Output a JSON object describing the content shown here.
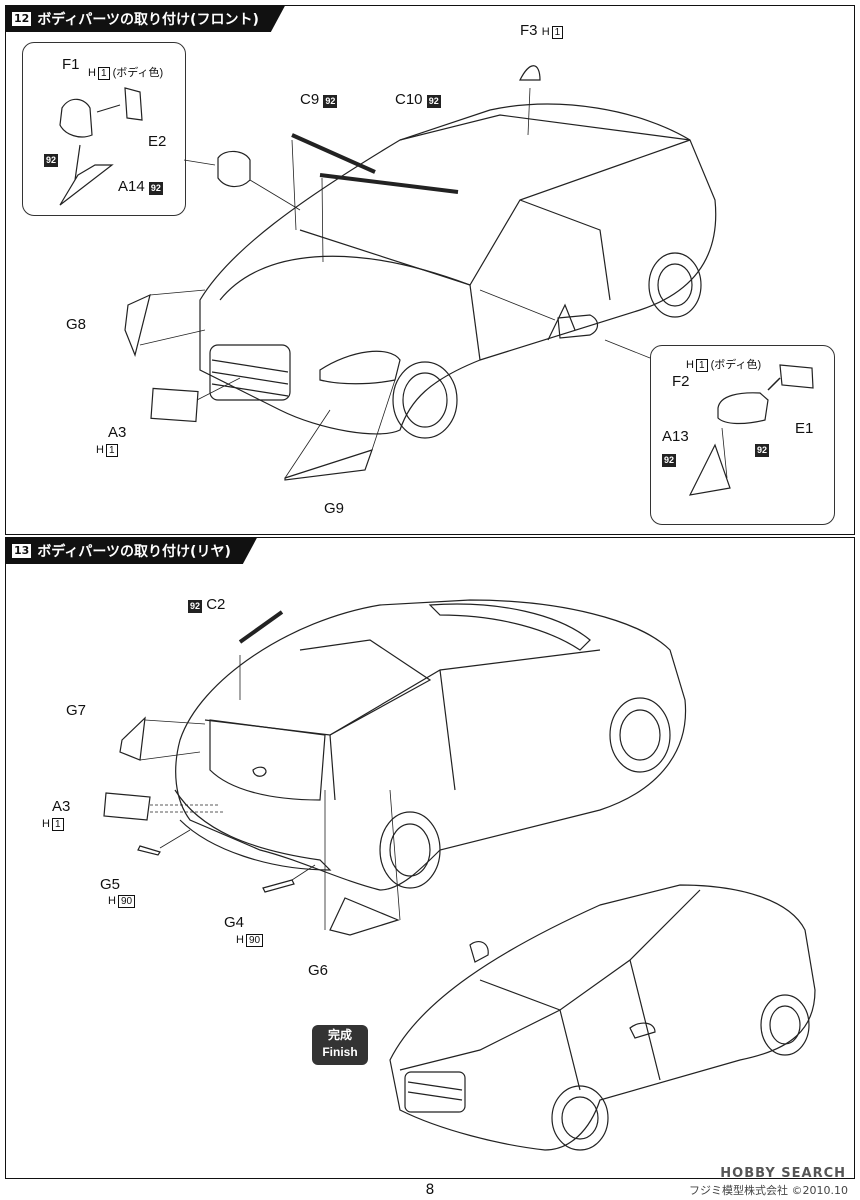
{
  "step12": {
    "num": "12",
    "title": "ボディパーツの取り付け(フロント)",
    "labels": {
      "F1": "F1",
      "F1_h": "H",
      "F1_hnum": "1",
      "F1_note": "(ボディ色)",
      "E2": "E2",
      "A14": "A14",
      "A14_paint": "92",
      "F1_paint": "92",
      "C9": "C9",
      "C9_paint": "92",
      "C10": "C10",
      "C10_paint": "92",
      "F3": "F3",
      "F3_h": "H",
      "F3_hnum": "1",
      "G8": "G8",
      "A3": "A3",
      "A3_h": "H",
      "A3_hnum": "1",
      "G9": "G9",
      "F2": "F2",
      "F2_h": "H",
      "F2_hnum": "1",
      "F2_note": "(ボディ色)",
      "E1": "E1",
      "A13": "A13",
      "A13_paint": "92",
      "F2_paint": "92"
    }
  },
  "step13": {
    "num": "13",
    "title": "ボディパーツの取り付け(リヤ)",
    "labels": {
      "C2": "C2",
      "C2_paint": "92",
      "G7": "G7",
      "A3": "A3",
      "A3_h": "H",
      "A3_hnum": "1",
      "G5": "G5",
      "G5_h": "H",
      "G5_hnum": "90",
      "G4": "G4",
      "G4_h": "H",
      "G4_hnum": "90",
      "G6": "G6"
    },
    "finish_jp": "完成",
    "finish_en": "Finish"
  },
  "page_number": "8",
  "copyright": "フジミ模型株式会社 ©2010.10",
  "watermark": "HOBBY SEARCH"
}
